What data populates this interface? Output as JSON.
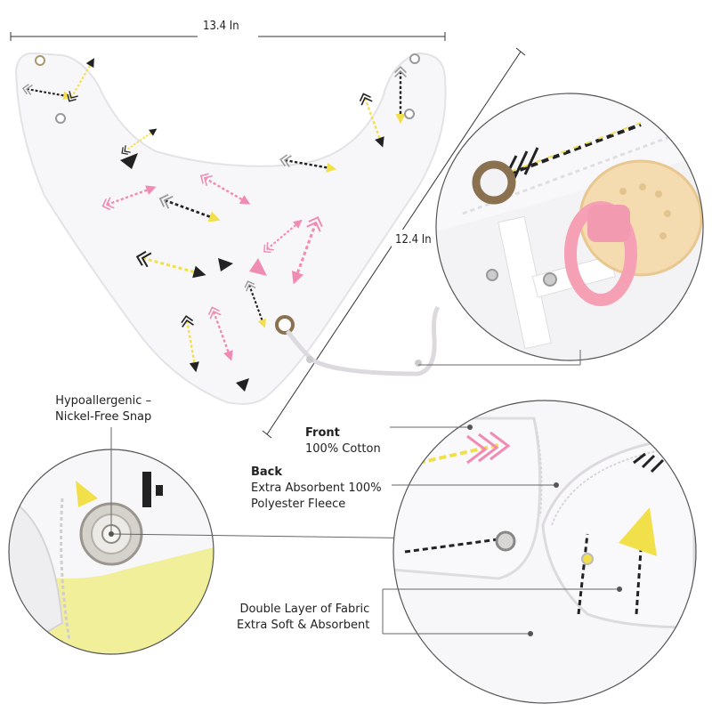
{
  "dimensions": {
    "width_label": "13.4 In",
    "height_label": "12.4 In"
  },
  "callouts": {
    "snap": {
      "line1": "Hypoallergenic –",
      "line2": "Nickel-Free Snap"
    },
    "front": {
      "title": "Front",
      "text": "100% Cotton"
    },
    "back": {
      "title": "Back",
      "line1": "Extra Absorbent 100%",
      "line2": "Polyester Fleece"
    },
    "fabric": {
      "line1": "Double Layer of Fabric",
      "line2": "Extra Soft & Absorbent"
    }
  },
  "colors": {
    "fabric": "#f7f6f8",
    "pink": "#f08cb4",
    "yellow": "#f2e04a",
    "black": "#222222",
    "grey": "#a0a0a0",
    "pacifier_ring": "#f5a0b5",
    "pacifier_shield": "#f5dcb0"
  }
}
